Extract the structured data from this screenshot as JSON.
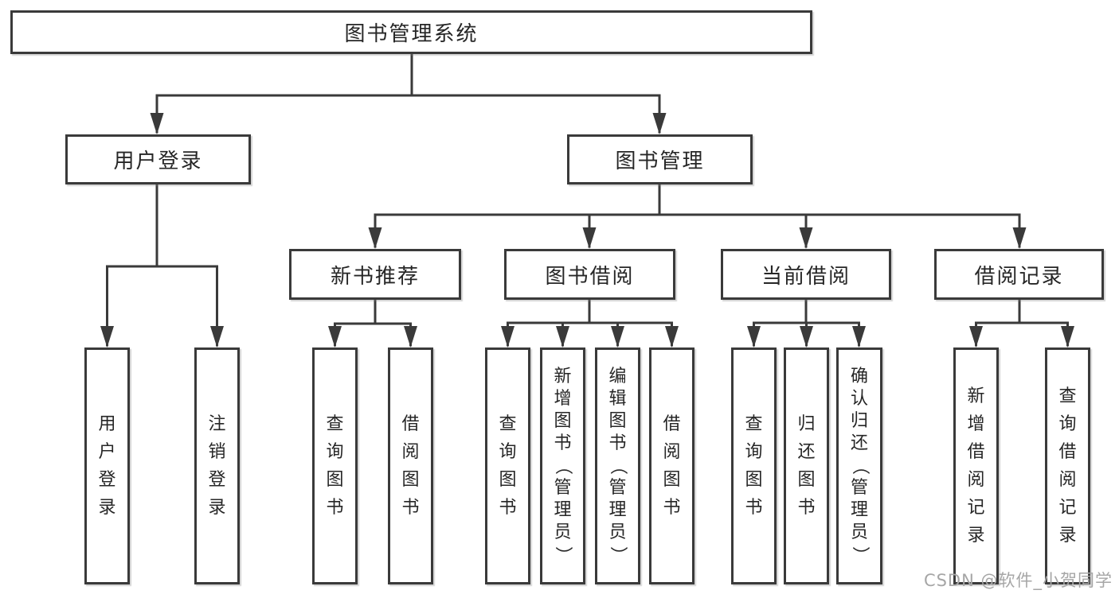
{
  "diagram": {
    "title": "图书管理系统",
    "watermark": "CSDN @软件_小贺同学",
    "colors": {
      "line": "#3a3a3a",
      "box_border": "#3a3a3a",
      "text": "#262626",
      "background": "#ffffff",
      "watermark": "#a6a6a6"
    },
    "nodes": {
      "root": {
        "label": "图书管理系统",
        "children": [
          "user_login",
          "book_management"
        ]
      },
      "user_login": {
        "label": "用户登录",
        "children": [
          "leaf_user_login",
          "leaf_logout"
        ]
      },
      "book_management": {
        "label": "图书管理",
        "children": [
          "new_book_recommend",
          "book_borrowing",
          "current_borrowing",
          "borrow_records"
        ]
      },
      "new_book_recommend": {
        "label": "新书推荐",
        "children": [
          "nb_query_books",
          "nb_borrow_books"
        ]
      },
      "book_borrowing": {
        "label": "图书借阅",
        "children": [
          "bb_query_books",
          "bb_add_books",
          "bb_edit_books",
          "bb_borrow_books"
        ]
      },
      "current_borrowing": {
        "label": "当前借阅",
        "children": [
          "cb_query_books",
          "cb_return_books",
          "cb_confirm_return"
        ]
      },
      "borrow_records": {
        "label": "借阅记录",
        "children": [
          "br_add_record",
          "br_query_record"
        ]
      },
      "leaf_user_login": {
        "label": "用户登录"
      },
      "leaf_logout": {
        "label": "注销登录"
      },
      "nb_query_books": {
        "label": "查询图书"
      },
      "nb_borrow_books": {
        "label": "借阅图书"
      },
      "bb_query_books": {
        "label": "查询图书"
      },
      "bb_add_books": {
        "label": "新增图书（管理员）"
      },
      "bb_edit_books": {
        "label": "编辑图书（管理员）"
      },
      "bb_borrow_books": {
        "label": "借阅图书"
      },
      "cb_query_books": {
        "label": "查询图书"
      },
      "cb_return_books": {
        "label": "归还图书"
      },
      "cb_confirm_return": {
        "label": "确认归还（管理员）"
      },
      "br_add_record": {
        "label": "新增借阅记录"
      },
      "br_query_record": {
        "label": "查询借阅记录"
      }
    }
  }
}
